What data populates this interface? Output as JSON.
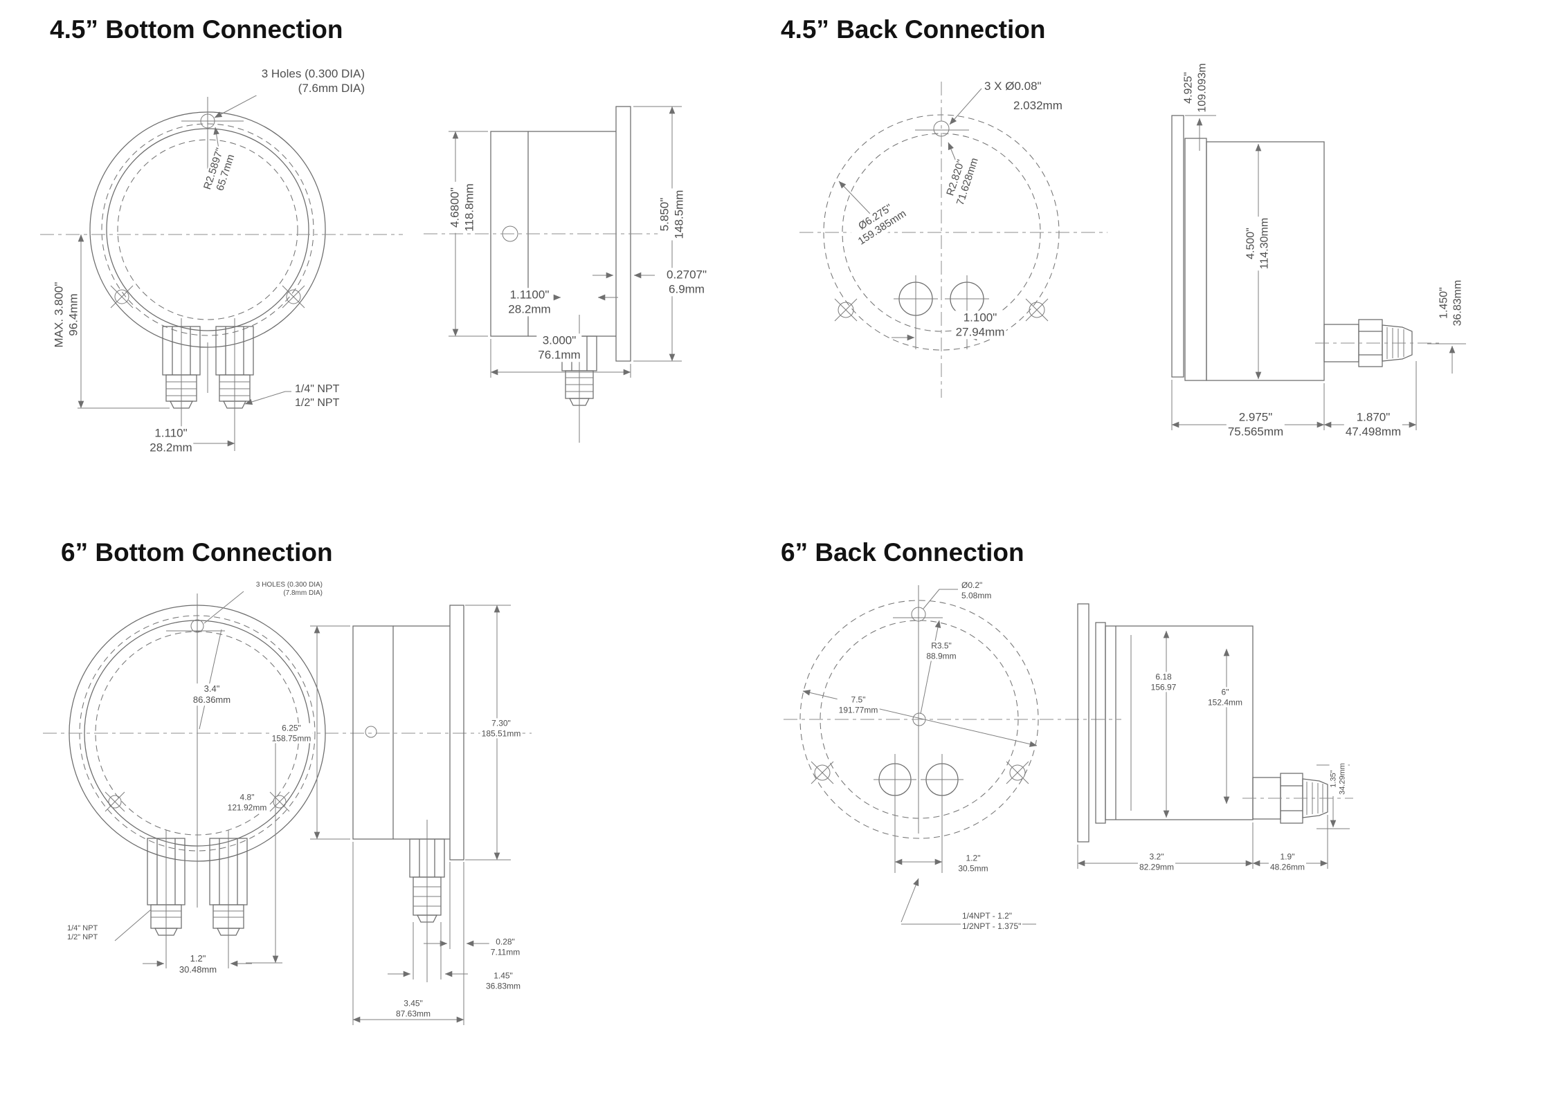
{
  "panels": [
    {
      "title": "4.5” Bottom Connection",
      "labels": {
        "holes_note_1": "3 Holes (0.300 DIA)",
        "holes_note_2": "(7.6mm DIA)",
        "bolt_radius_in": "R2.5897\"",
        "bolt_radius_mm": "65.7mm",
        "max_height_in": "MAX. 3.800\"",
        "max_height_mm": "96.4mm",
        "port_span_in": "1.110\"",
        "port_span_mm": "28.2mm",
        "npt_1": "1/4\" NPT",
        "npt_2": "1/2\" NPT",
        "case_dia_in": "4.6800\"",
        "case_dia_mm": "118.8mm",
        "flange_dia_in": "5.850\"",
        "flange_dia_mm": "148.5mm",
        "flange_thk_in": "0.2707\"",
        "flange_thk_mm": "6.9mm",
        "stem_w_in": "1.1100\"",
        "stem_w_mm": "28.2mm",
        "depth_in": "3.000\"",
        "depth_mm": "76.1mm"
      }
    },
    {
      "title": "4.5” Back Connection",
      "labels": {
        "holes_note_1": "3 X Ø0.08\"",
        "holes_note_2": "2.032mm",
        "bolt_radius_in": "R2.820\"",
        "bolt_radius_mm": "71.628mm",
        "flange_dia_in": "Ø6.275\"",
        "flange_dia_mm": "159.385mm",
        "port_span_in": "1.100\"",
        "port_span_mm": "27.94mm",
        "panel_dia_in": "4.925\"",
        "panel_dia_mm": "109.093m",
        "case_h_in": "4.500\"",
        "case_h_mm": "114.30mm",
        "stem_off_in": "1.450\"",
        "stem_off_mm": "36.83mm",
        "depth_in": "2.975\"",
        "depth_mm": "75.565mm",
        "stem_len_in": "1.870\"",
        "stem_len_mm": "47.498mm"
      }
    },
    {
      "title": "6” Bottom Connection",
      "labels": {
        "holes_note_1": "3 HOLES (0.300 DIA)",
        "holes_note_2": "(7.8mm DIA)",
        "bolt_radius_in": "3.4\"",
        "bolt_radius_mm": "86.36mm",
        "npt_1": "1/4\" NPT",
        "npt_2": "1/2\" NPT",
        "port_span_in": "1.2\"",
        "port_span_mm": "30.48mm",
        "max_height_in": "4.8\"",
        "max_height_mm": "121.92mm",
        "case_dia_in": "6.25\"",
        "case_dia_mm": "158.75mm",
        "flange_dia_in": "7.30\"",
        "flange_dia_mm": "185.51mm",
        "flange_thk_in": "0.28\"",
        "flange_thk_mm": "7.11mm",
        "stem_w_in": "1.45\"",
        "stem_w_mm": "36.83mm",
        "depth_in": "3.45\"",
        "depth_mm": "87.63mm"
      }
    },
    {
      "title": "6” Back Connection",
      "labels": {
        "holes_note_1": "Ø0.2\"",
        "holes_note_2": "5.08mm",
        "bolt_radius_in": "R3.5\"",
        "bolt_radius_mm": "88.9mm",
        "flange_dia_in": "7.5\"",
        "flange_dia_mm": "191.77mm",
        "port_span_in": "1.2\"",
        "port_span_mm": "30.5mm",
        "npt_note_1": "1/4NPT - 1.2\"",
        "npt_note_2": "1/2NPT - 1.375\"",
        "case_h_in": "6.18",
        "case_h_mm": "156.97",
        "dial_in": "6\"",
        "dial_mm": "152.4mm",
        "stem_off_in": "1.35\"",
        "stem_off_mm": "34.29mm",
        "depth_in": "3.2\"",
        "depth_mm": "82.29mm",
        "stem_len_in": "1.9\"",
        "stem_len_mm": "48.26mm"
      }
    }
  ]
}
